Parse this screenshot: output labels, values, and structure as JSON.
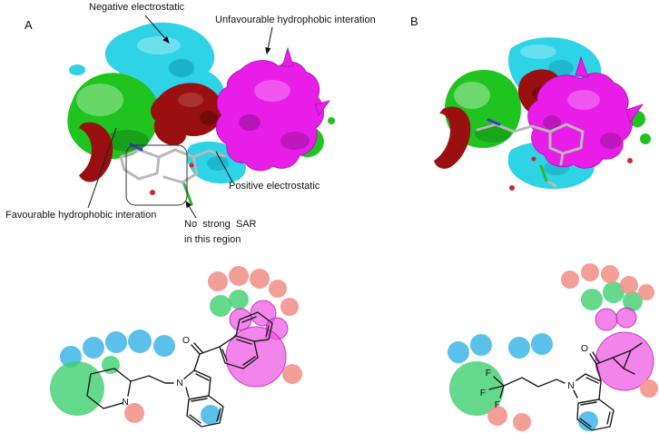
{
  "colors": {
    "c-cyan": "#2ed3e6",
    "c-cyan-dark": "#0f9db4",
    "c-green": "#1fc41f",
    "c-red": "#9a0f0f",
    "c-red-bright": "#c92a2a",
    "c-magenta": "#e81ee8",
    "c-magenta-dark": "#a912a9",
    "c-dot-blue": "#44b8e8",
    "c-dot-green": "#3ed06e",
    "c-dot-magenta": "#ee55e2",
    "c-dot-red": "#f2938b"
  },
  "figure": {
    "panel_a": {
      "label": "A"
    },
    "panel_b": {
      "label": "B"
    },
    "annotations": {
      "negative_electrostatic": "Negative electrostatic",
      "unfavourable_hydrophobic": "Unfavourable hydrophobic interation",
      "positive_electrostatic": "Positive electrostatic",
      "favourable_hydrophobic": "Favourable hydrophobic interation",
      "no_strong_sar_line1": "No  strong  SAR",
      "no_strong_sar_line2": "in this region"
    },
    "structure_a": {
      "atom_o": "O",
      "atom_n_ring": "N",
      "atom_n_indole": "N"
    },
    "structure_b": {
      "atom_f1": "F",
      "atom_f2": "F",
      "atom_f3": "F",
      "atom_n": "N",
      "atom_o": "O"
    }
  }
}
